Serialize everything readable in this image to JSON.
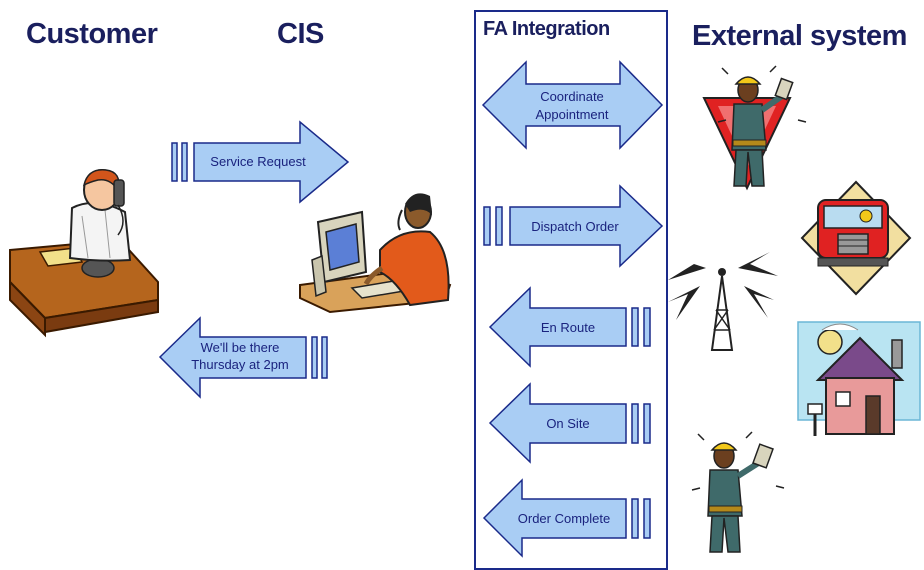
{
  "headers": {
    "customer": "Customer",
    "cis": "CIS",
    "fa_integration": "FA Integration",
    "external_system": "External system"
  },
  "arrows": {
    "service_request": "Service Request",
    "well_be_there_1": "We'll be there",
    "well_be_there_2": "Thursday at 2pm",
    "coordinate_1": "Coordinate",
    "coordinate_2": "Appointment",
    "dispatch_order": "Dispatch Order",
    "en_route": "En Route",
    "on_site": "On Site",
    "order_complete": "Order Complete"
  },
  "colors": {
    "arrow_fill": "#a9cdf4",
    "arrow_stroke": "#1a2a8a",
    "header_text": "#1a1f5e"
  },
  "icons": [
    "customer-on-phone-icon",
    "cis-agent-at-computer-icon",
    "field-technician-warning-sign-icon",
    "service-truck-icon",
    "radio-tower-icon",
    "house-icon",
    "field-technician-icon"
  ]
}
